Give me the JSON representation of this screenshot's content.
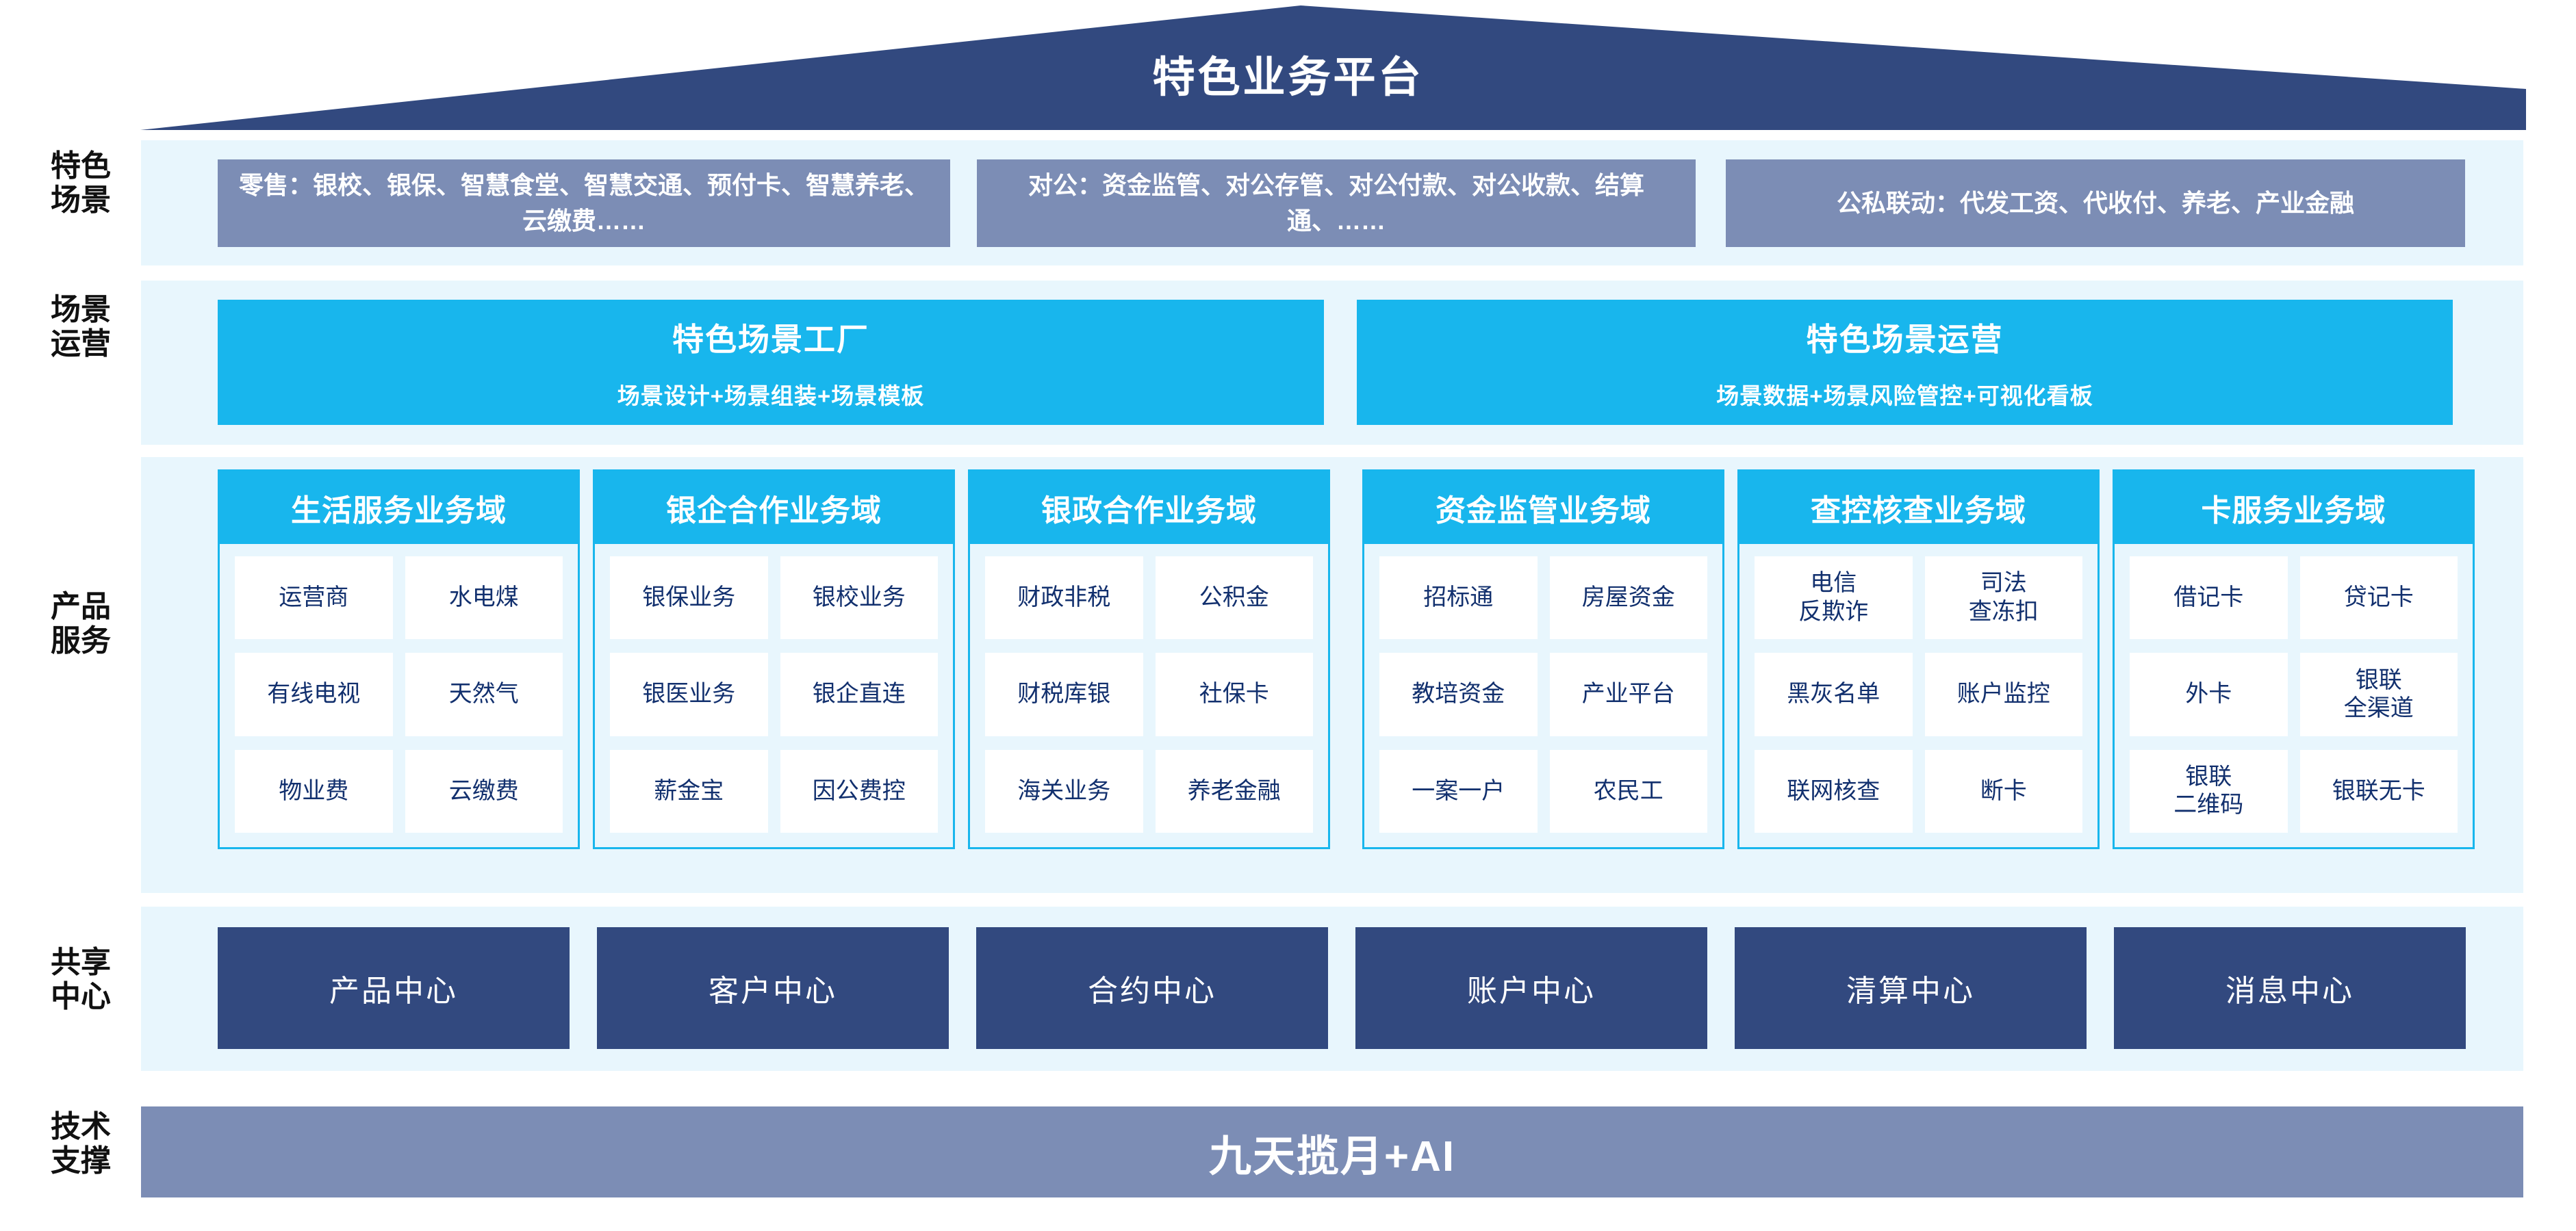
{
  "banner": {
    "title": "特色业务平台"
  },
  "rows": {
    "scenarios_label": "特色\n场景",
    "operations_label": "场景\n运营",
    "products_label": "产品\n服务",
    "shared_label": "共享\n中心",
    "tech_label": "技术\n支撑"
  },
  "row_labels": [
    {
      "line1": "特色",
      "line2": "场景"
    },
    {
      "line1": "场景",
      "line2": "运营"
    },
    {
      "line1": "产品",
      "line2": "服务"
    },
    {
      "line1": "共享",
      "line2": "中心"
    },
    {
      "line1": "技术",
      "line2": "支撑"
    }
  ],
  "scenarios": [
    {
      "name": "retail",
      "text": "零售：银校、银保、智慧食堂、智慧交通、预付卡、智慧养老、云缴费……"
    },
    {
      "name": "corporate",
      "text": "对公：资金监管、对公存管、对公付款、对公收款、结算通、……"
    },
    {
      "name": "public-private",
      "text": "公私联动：代发工资、代收付、养老、产业金融"
    }
  ],
  "operations": [
    {
      "name": "scene-factory",
      "title": "特色场景工厂",
      "subtitle": "场景设计+场景组装+场景模板"
    },
    {
      "name": "scene-operation",
      "title": "特色场景运营",
      "subtitle": "场景数据+场景风险管控+可视化看板"
    }
  ],
  "domains": [
    {
      "name": "life-service",
      "title": "生活服务业务域",
      "items": [
        "运营商",
        "水电煤",
        "有线电视",
        "天然气",
        "物业费",
        "云缴费"
      ]
    },
    {
      "name": "bank-enterprise",
      "title": "银企合作业务域",
      "items": [
        "银保业务",
        "银校业务",
        "银医业务",
        "银企直连",
        "薪金宝",
        "因公费控"
      ]
    },
    {
      "name": "bank-government",
      "title": "银政合作业务域",
      "items": [
        "财政非税",
        "公积金",
        "财税库银",
        "社保卡",
        "海关业务",
        "养老金融"
      ]
    },
    {
      "name": "fund-supervision",
      "title": "资金监管业务域",
      "items": [
        "招标通",
        "房屋资金",
        "教培资金",
        "产业平台",
        "一案一户",
        "农民工"
      ]
    },
    {
      "name": "investigation-control",
      "title": "查控核查业务域",
      "items": [
        "电信\n反欺诈",
        "司法\n查冻扣",
        "黑灰名单",
        "账户监控",
        "联网核查",
        "断卡"
      ]
    },
    {
      "name": "card-service",
      "title": "卡服务业务域",
      "items": [
        "借记卡",
        "贷记卡",
        "外卡",
        "银联\n全渠道",
        "银联\n二维码",
        "银联无卡"
      ]
    }
  ],
  "shared_centers": [
    {
      "name": "product-center",
      "label": "产品中心"
    },
    {
      "name": "customer-center",
      "label": "客户中心"
    },
    {
      "name": "contract-center",
      "label": "合约中心"
    },
    {
      "name": "account-center",
      "label": "账户中心"
    },
    {
      "name": "settlement-center",
      "label": "清算中心"
    },
    {
      "name": "message-center",
      "label": "消息中心"
    }
  ],
  "tech_support": {
    "label": "九天揽月+AI"
  },
  "colors": {
    "banner_navy": "#32497f",
    "grey_blue": "#7c8db5",
    "cyan": "#18b6ed",
    "panel_light": "#e8f6fd",
    "navy_box": "#32497f",
    "text_navy": "#12306e"
  }
}
